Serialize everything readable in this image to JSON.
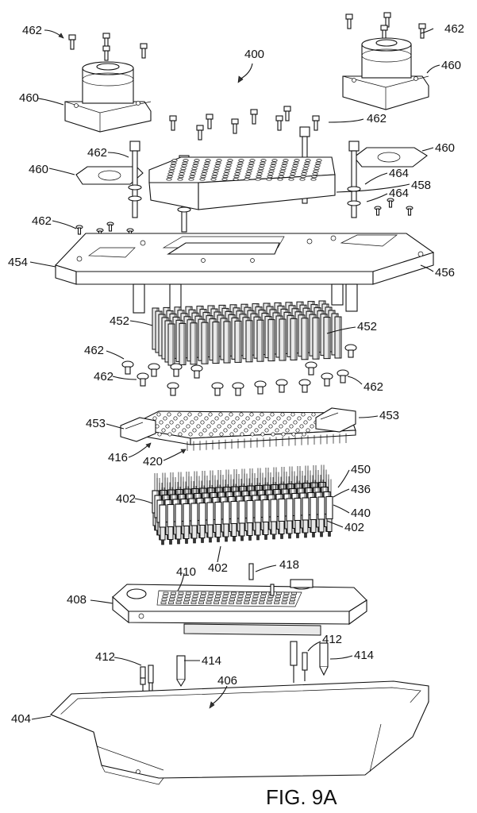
{
  "caption": "FIG. 9A",
  "figure_number": "400",
  "labels": {
    "l462a": "462",
    "l462b": "462",
    "l462c": "462",
    "l462d": "462",
    "l462e": "462",
    "l462f": "462",
    "l462g": "462",
    "l462h": "462",
    "l460a": "460",
    "l460b": "460",
    "l460c": "460",
    "l460d": "460",
    "l464a": "464",
    "l464b": "464",
    "l458": "458",
    "l454": "454",
    "l456": "456",
    "l452a": "452",
    "l452b": "452",
    "l453a": "453",
    "l453b": "453",
    "l416": "416",
    "l420": "420",
    "l450": "450",
    "l436": "436",
    "l440": "440",
    "l402a": "402",
    "l402b": "402",
    "l402c": "402",
    "l418": "418",
    "l410": "410",
    "l408": "408",
    "l412a": "412",
    "l412b": "412",
    "l414a": "414",
    "l414b": "414",
    "l406": "406",
    "l404": "404"
  }
}
